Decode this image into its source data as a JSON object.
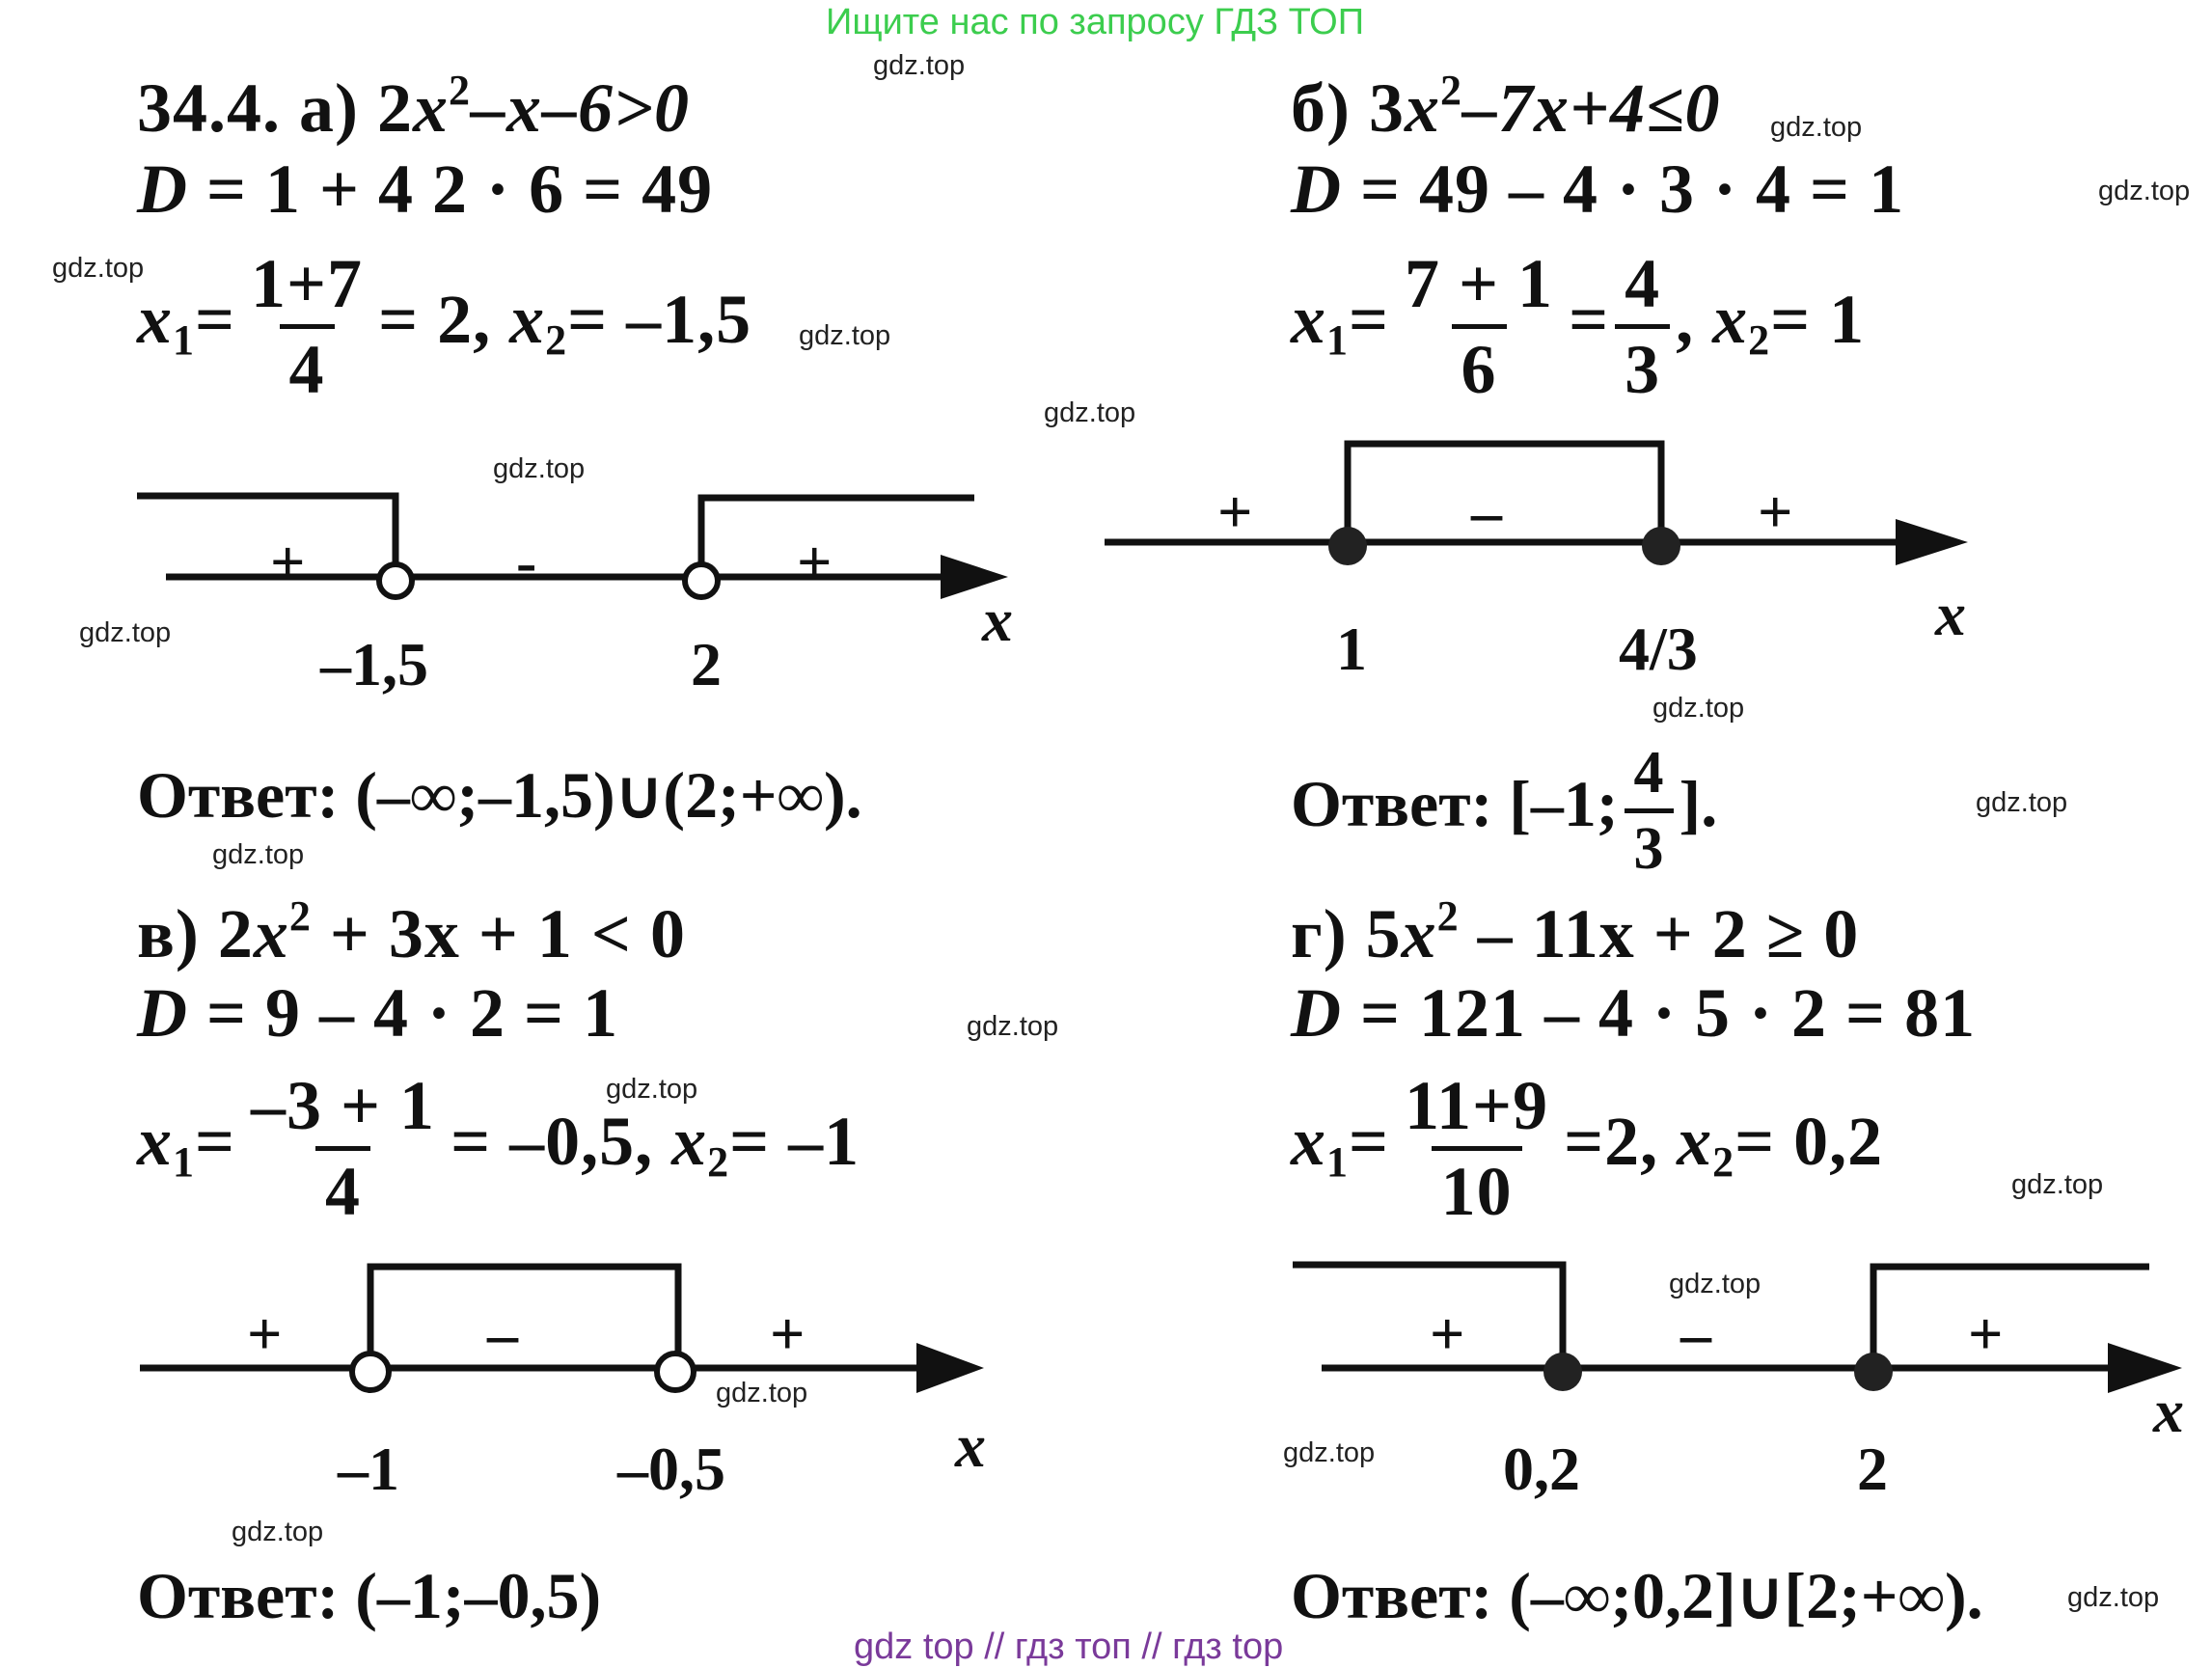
{
  "top_banner": "Ищите нас по запросу ГДЗ ТОП",
  "bottom_banner": "gdz top  //  гдз топ  //  гдз top",
  "watermark": "gdz.top",
  "problems": {
    "a": {
      "label": "34.4. а)",
      "inequality_left": "2",
      "inequality_right": "–x–6>0",
      "discriminant": "= 1 + 4   2 · 6 = 49",
      "x1_num": "1+7",
      "x1_den": "4",
      "x1_rest": "= 2,",
      "x2_rest": "= –1,5",
      "signs": [
        "+",
        "-",
        "+"
      ],
      "points": [
        "–1,5",
        "2"
      ],
      "axis_label": "x",
      "answer": "(–∞;–1,5)∪(2;+∞)."
    },
    "b": {
      "label": "б)",
      "inequality_left": "3",
      "inequality_right": "–7x+4≤0",
      "discriminant": "= 49 – 4 · 3 · 4 = 1",
      "x1_num": "7 + 1",
      "x1_den": "6",
      "x1_mid": "=",
      "x1_num2": "4",
      "x1_den2": "3",
      "x2_rest": "= 1",
      "signs": [
        "+",
        "–",
        "+"
      ],
      "points": [
        "1",
        "4/3"
      ],
      "axis_label": "x",
      "answer_prefix": "[–1;",
      "answer_num": "4",
      "answer_den": "3",
      "answer_suffix": "]."
    },
    "v": {
      "label": "в)",
      "inequality_left": "2",
      "inequality_right": " + 3x + 1 < 0",
      "discriminant": "= 9 – 4 · 2 = 1",
      "x1_num": "–3 + 1",
      "x1_den": "4",
      "x1_rest": "= –0,5,",
      "x2_rest": "= –1",
      "signs": [
        "+",
        "–",
        "+"
      ],
      "points": [
        "–1",
        "–0,5"
      ],
      "axis_label": "x",
      "answer": "(–1;–0,5)"
    },
    "g": {
      "label": "г)",
      "inequality_left": "5",
      "inequality_right": " – 11x + 2 ≥ 0",
      "discriminant": "= 121 – 4 · 5 · 2 = 81",
      "x1_num": "11+9",
      "x1_den": "10",
      "x1_rest": "=2,",
      "x2_rest": "= 0,2",
      "signs": [
        "+",
        "–",
        "+"
      ],
      "points": [
        "0,2",
        "2"
      ],
      "axis_label": "x",
      "answer": "(–∞;0,2]∪[2;+∞)."
    }
  },
  "answer_word": "Ответ:",
  "d_letter": "D",
  "x_letter": "x",
  "sub1": "1",
  "sub2": "2",
  "sup2": "2"
}
